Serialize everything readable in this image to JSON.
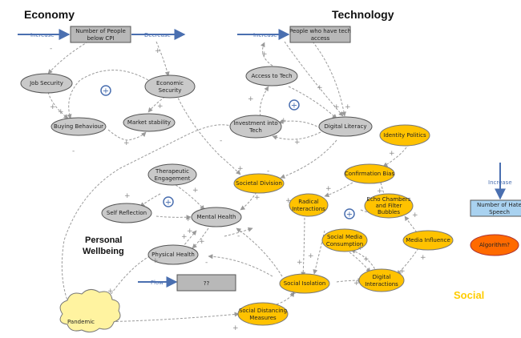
{
  "headings": {
    "economy": "Economy",
    "technology": "Technology",
    "personal1": "Personal",
    "personal2": "Wellbeing",
    "social": "Social"
  },
  "colors": {
    "grey_fill": "#c9c9c9",
    "yellow_fill": "#ffc200",
    "stock_fill": "#b8b8b8",
    "blue_stock_fill": "#a9d2f0",
    "orange_fill": "#ff6a00",
    "cloud_fill": "#fff3a0",
    "flow_blue": "#4a6fb0",
    "social_heading": "#ffcc00",
    "link_grey": "#9a9a9a"
  },
  "stocks": {
    "cpi": [
      "Number of People",
      "below CPI"
    ],
    "tech_access": [
      "People who have tech",
      "access"
    ],
    "unknown": [
      "??"
    ],
    "hate_speech": [
      "Number of Hate",
      "Speech"
    ]
  },
  "flows": {
    "increase_economy": "Increase",
    "decrease_economy": "Decrease",
    "increase_tech": "Increase",
    "increase_hate": "Increase",
    "flow_personal": "Flow"
  },
  "nodes": {
    "job_security": [
      "Job Security"
    ],
    "economic_security": [
      "Economic",
      "Security"
    ],
    "buying_behaviour": [
      "Buying Behaviour"
    ],
    "market_stability": [
      "Market stability"
    ],
    "access_to_tech": [
      "Access to Tech"
    ],
    "investment_tech": [
      "Investment into",
      "Tech"
    ],
    "digital_literacy": [
      "Digital Literacy"
    ],
    "identity_politics": [
      "Identity Politics"
    ],
    "confirmation_bias": [
      "Confirmation Bias"
    ],
    "societal_division": [
      "Societal Division"
    ],
    "radical_interactions": [
      "Radical",
      "Interactions"
    ],
    "echo_chambers": [
      "Echo Chambers",
      "and Filter",
      "Bubbles"
    ],
    "therapeutic": [
      "Therapeutic",
      "Engagement"
    ],
    "self_reflection": [
      "Self Reflection"
    ],
    "mental_health": [
      "Mental Health"
    ],
    "physical_health": [
      "Physical Health"
    ],
    "social_media": [
      "Social Media",
      "Consumption"
    ],
    "media_influence": [
      "Media Influence"
    ],
    "digital_interactions": [
      "Digital",
      "Interactions"
    ],
    "social_isolation": [
      "Social Isolation"
    ],
    "social_distancing": [
      "Social Distancing",
      "Measures"
    ],
    "algorithm": [
      "Algorithm?"
    ],
    "pandemic": [
      "Pandemic"
    ]
  },
  "loop_markers": {
    "symbol": "+"
  },
  "signs": {
    "plus": "+",
    "minus": "-"
  }
}
